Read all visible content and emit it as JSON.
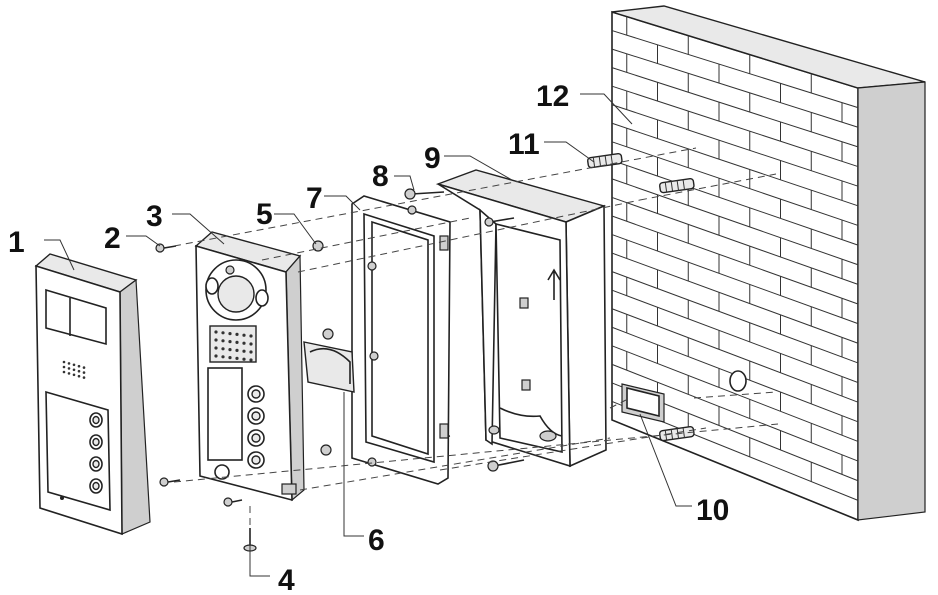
{
  "callouts": [
    {
      "id": "1",
      "label": "1"
    },
    {
      "id": "2",
      "label": "2"
    },
    {
      "id": "3",
      "label": "3"
    },
    {
      "id": "4",
      "label": "4"
    },
    {
      "id": "5",
      "label": "5"
    },
    {
      "id": "6",
      "label": "6"
    },
    {
      "id": "7",
      "label": "7"
    },
    {
      "id": "8",
      "label": "8"
    },
    {
      "id": "9",
      "label": "9"
    },
    {
      "id": "10",
      "label": "10"
    },
    {
      "id": "11",
      "label": "11"
    },
    {
      "id": "12",
      "label": "12"
    }
  ],
  "colors": {
    "line": "#222222",
    "fill": "#ffffff",
    "shade": "#e9e9e9"
  }
}
